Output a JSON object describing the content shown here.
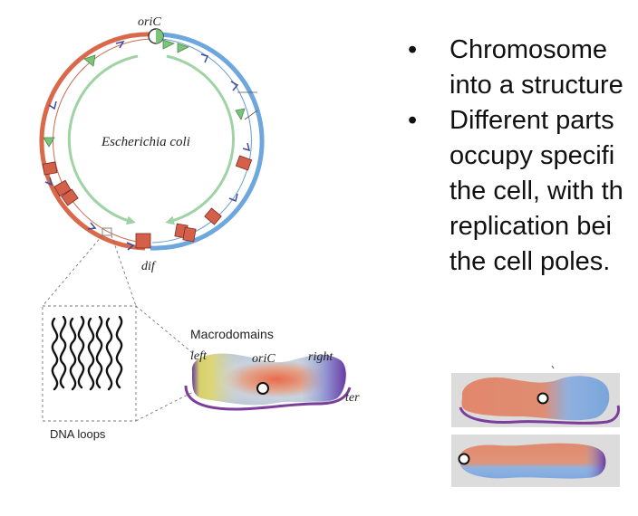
{
  "diagram": {
    "circle_labels": {
      "oric": "oriC",
      "species": "Escherichia coli",
      "dif": "dif"
    },
    "inset_label": "DNA loops",
    "macrodomains": {
      "title": "Macrodomains",
      "left": "left",
      "oric": "oriC",
      "right": "right",
      "ter": "ter"
    },
    "colors": {
      "left_arm": "#d9694a",
      "right_arm": "#6ea7de",
      "replication_arrows": "#9fd3a3",
      "marker_green": "#7cc47a",
      "tick_red": "#d4604a",
      "membrane_purple": "#7b3f9a"
    }
  },
  "bullets": [
    {
      "lines": [
        "Chromosome",
        "into a structure"
      ]
    },
    {
      "lines": [
        "Different parts",
        "occupy specifi",
        "the cell, with th",
        "replication bei",
        "the cell poles."
      ]
    }
  ]
}
